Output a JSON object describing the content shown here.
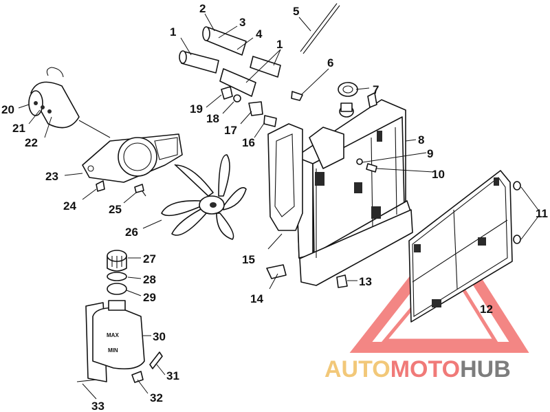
{
  "callouts": [
    "1",
    "2",
    "3",
    "4",
    "5",
    "6",
    "7",
    "8",
    "9",
    "10",
    "11",
    "12",
    "13",
    "14",
    "15",
    "16",
    "17",
    "18",
    "19",
    "20",
    "21",
    "22",
    "23",
    "24",
    "25",
    "26",
    "27",
    "28",
    "29",
    "30",
    "31",
    "32",
    "33"
  ],
  "tank_markings": {
    "max": "MAX",
    "min": "MIN"
  },
  "watermark": {
    "part1": "AUTO",
    "part2": "MOTO",
    "part3": "HUB"
  },
  "colors": {
    "line": "#111111",
    "watermark_triangle": "#f2726f",
    "watermark_auto": "#f2c879",
    "watermark_hub": "#7d7d7d"
  }
}
